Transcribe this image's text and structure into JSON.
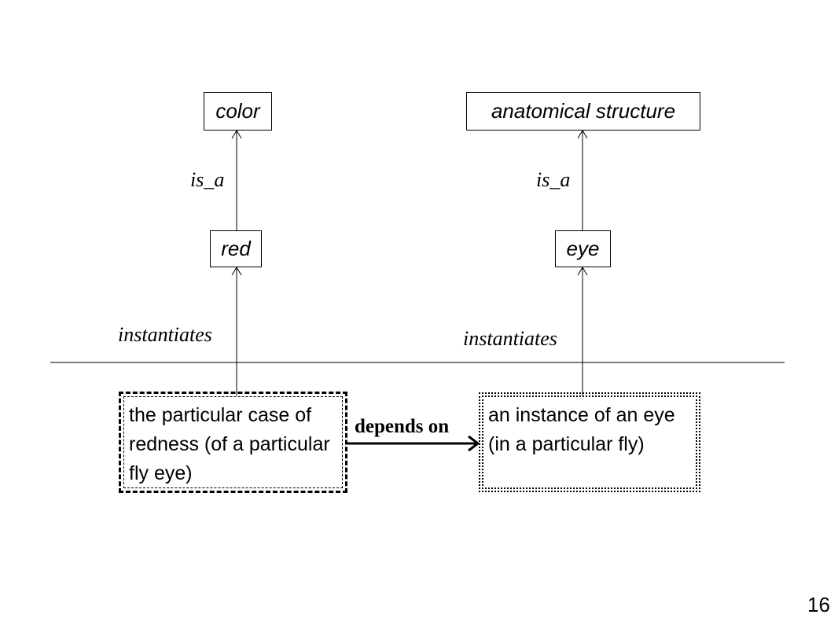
{
  "universals": {
    "color": "color",
    "anatomical_structure": "anatomical structure",
    "red": "red",
    "eye": "eye"
  },
  "relations": {
    "is_a_left": "is_a",
    "is_a_right": "is_a",
    "instantiates_left": "instantiates",
    "instantiates_right": "instantiates",
    "depends_on": "depends on"
  },
  "instances": {
    "redness": "the particular case of redness (of a particular fly eye)",
    "eye_instance": "an instance of an eye (in a particular fly)"
  },
  "page_number": "16"
}
